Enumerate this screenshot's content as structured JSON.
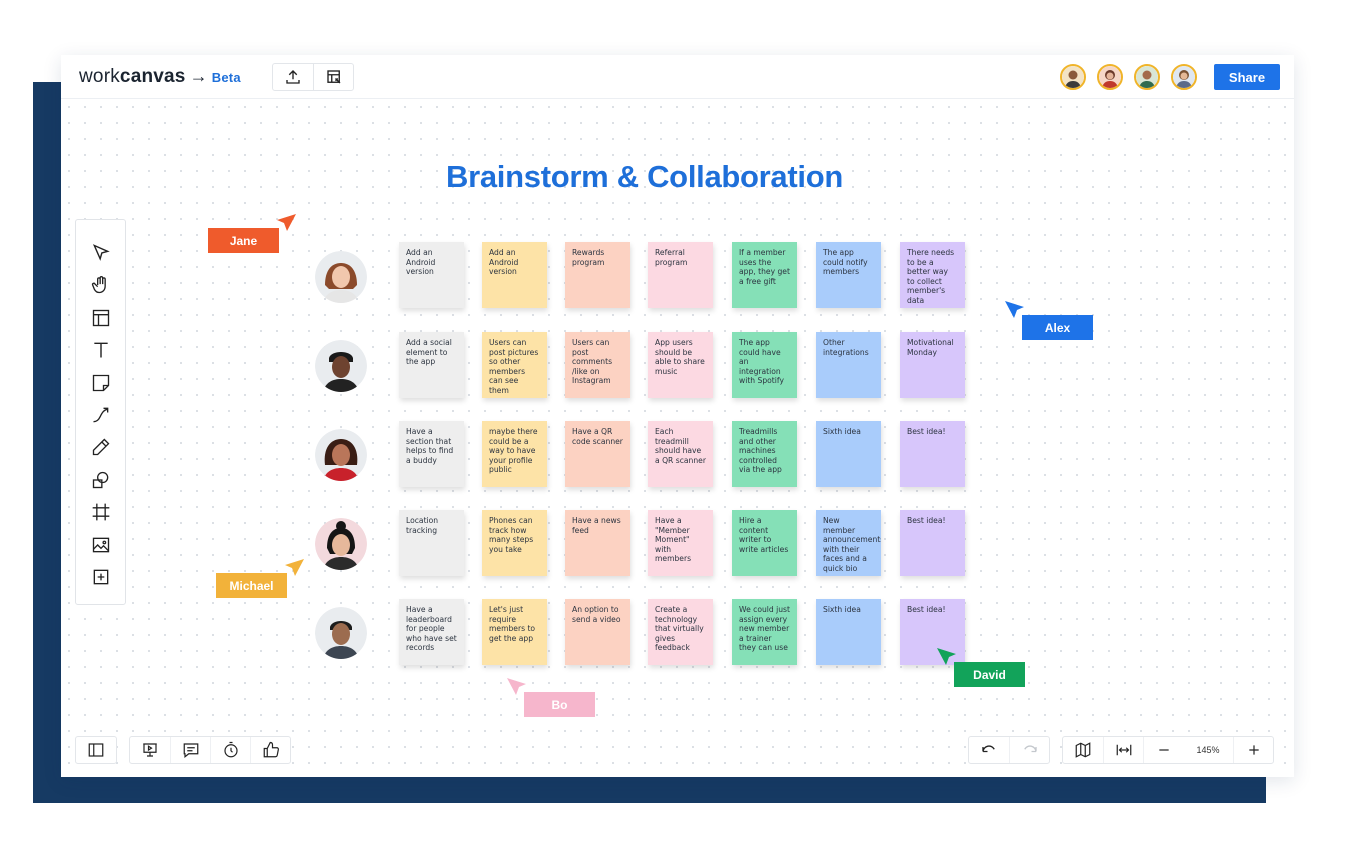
{
  "brand": {
    "work": "work",
    "canvas": "canvas",
    "arrow": "→",
    "beta": "Beta"
  },
  "share_label": "Share",
  "board_title": "Brainstorm & Collaboration",
  "toolbar_icons": [
    "select-arrow-icon",
    "hand-icon",
    "template-icon",
    "text-icon",
    "sticky-note-icon",
    "connector-icon",
    "pen-icon",
    "shapes-icon",
    "frame-icon",
    "image-icon",
    "add-icon"
  ],
  "colors": {
    "accent": "#1e73e8",
    "backplate": "#163a63",
    "note_gray": "#eeeeee",
    "note_yellow": "#fde3a7",
    "note_peach": "#fcd2c2",
    "note_pink": "#fcd9e2",
    "note_green": "#85e0b7",
    "note_blue": "#a9ccfb",
    "note_purple": "#d7c6fb"
  },
  "cursors": [
    {
      "name": "Jane",
      "color": "#ef5b2c"
    },
    {
      "name": "Alex",
      "color": "#1e73e8"
    },
    {
      "name": "Michael",
      "color": "#f2b23a"
    },
    {
      "name": "Bo",
      "color": "#f6b6cc"
    },
    {
      "name": "David",
      "color": "#12a35a"
    }
  ],
  "notes": [
    [
      "Add an Android version",
      "Add an Android version",
      "Rewards program",
      "Referral program",
      "If a member uses the app, they get a free gift",
      "The app could notify members",
      "There needs to be a better way to collect member's data"
    ],
    [
      "Add a social element to the app",
      "Users can post pictures so other members can see them",
      "Users can post comments /like on Instagram",
      "App users should be able to share music",
      "The app could have an integration with Spotify",
      "Other integrations",
      "Motivational Monday"
    ],
    [
      "Have a section that helps to find a buddy",
      "maybe there could be a way to have your profile public",
      "Have a QR code scanner",
      "Each treadmill should have a QR scanner",
      "Treadmills and other machines controlled via the app",
      "Sixth idea",
      "Best idea!"
    ],
    [
      "Location tracking",
      "Phones can track how many steps you take",
      "Have a news feed",
      "Have a \"Member Moment\" with members",
      "Hire a content writer to write articles",
      "New member announcements with their faces and a quick bio",
      "Best idea!"
    ],
    [
      "Have a leaderboard for people who have set records",
      "Let's just require members to get the app",
      "An option to send a video",
      "Create a technology that virtually gives feedback",
      "We could just assign every new member a trainer they can use",
      "Sixth idea",
      "Best idea!"
    ]
  ],
  "zoom_level": "145%"
}
